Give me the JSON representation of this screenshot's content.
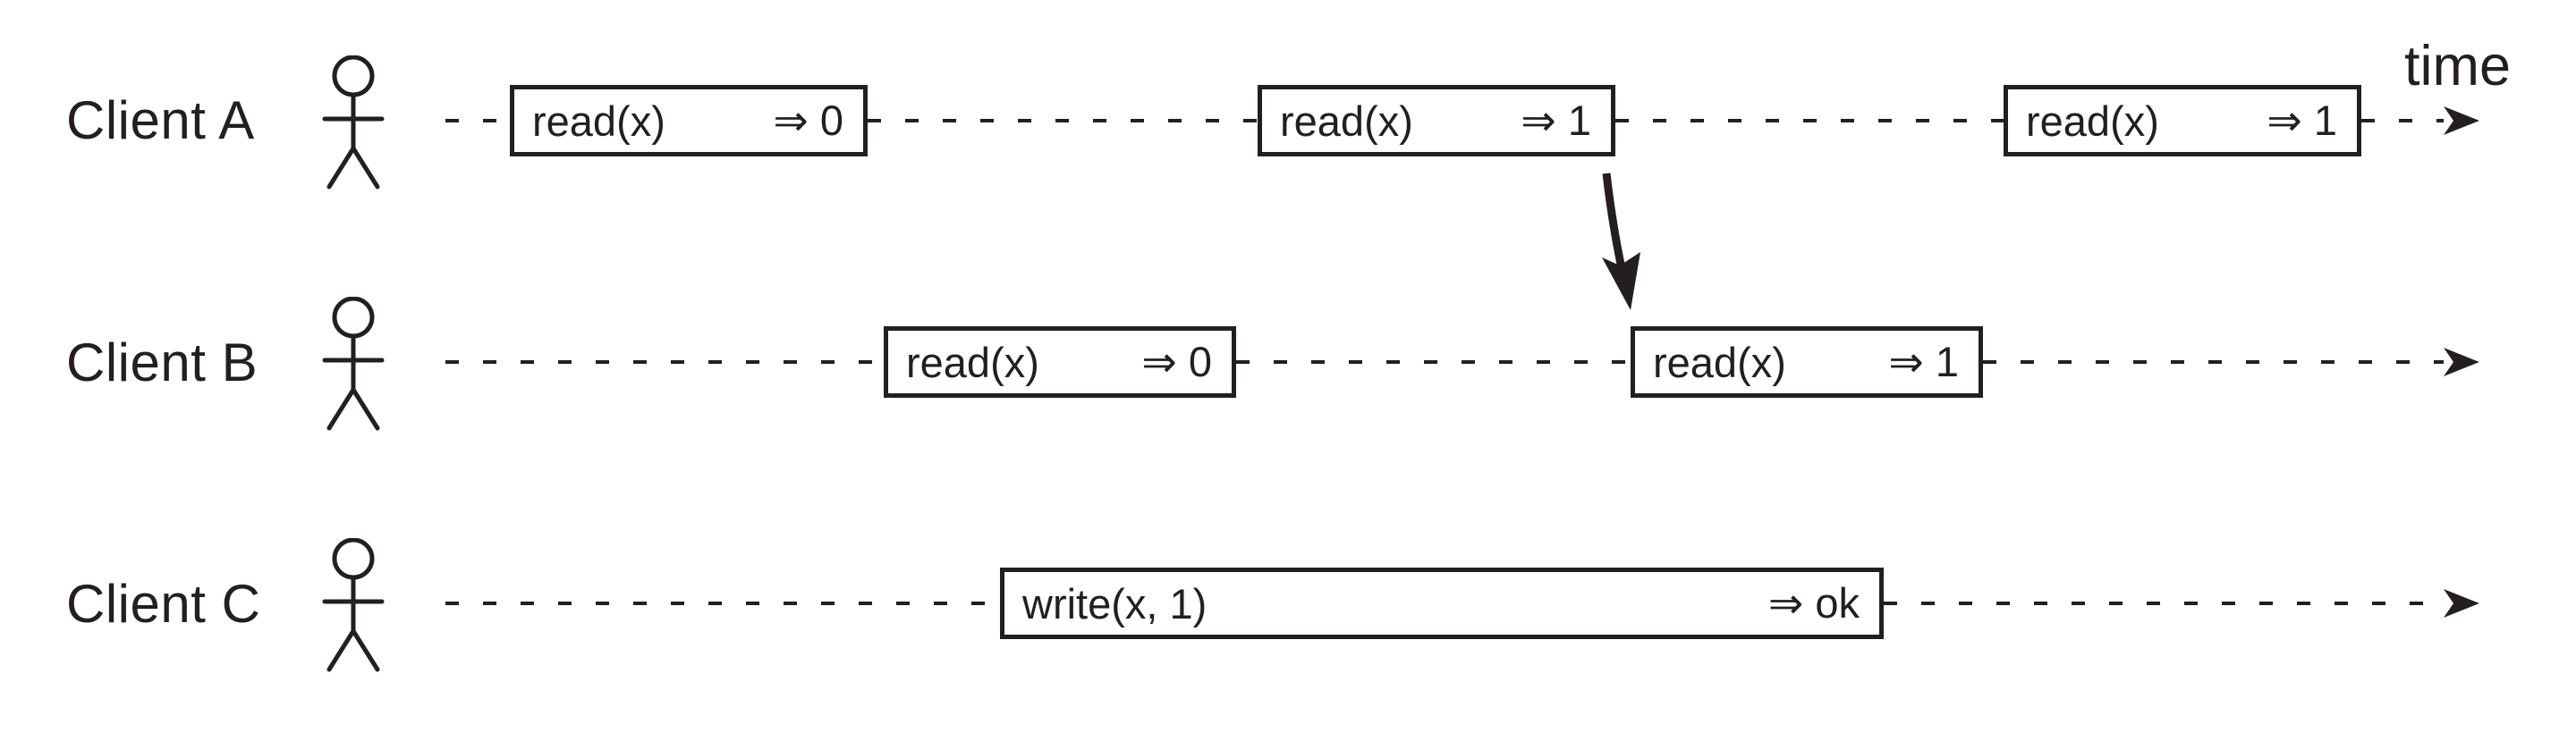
{
  "diagram": {
    "time_axis_label": "time",
    "colors": {
      "ink": "#231f20",
      "background": "#ffffff"
    },
    "icons": {
      "person": "stick-figure",
      "timeline_arrowhead": "filled-right-arrowhead",
      "annotation_arrow": "curved-down-arrow"
    },
    "rows": [
      {
        "label": "Client A",
        "events": [
          {
            "op": "read(x)",
            "result": "⇒ 0"
          },
          {
            "op": "read(x)",
            "result": "⇒ 1"
          },
          {
            "op": "read(x)",
            "result": "⇒ 1"
          }
        ]
      },
      {
        "label": "Client B",
        "events": [
          {
            "op": "read(x)",
            "result": "⇒ 0"
          },
          {
            "op": "read(x)",
            "result": "⇒ 1"
          }
        ]
      },
      {
        "label": "Client C",
        "events": [
          {
            "op": "write(x, 1)",
            "result": "⇒ ok"
          }
        ]
      }
    ]
  }
}
